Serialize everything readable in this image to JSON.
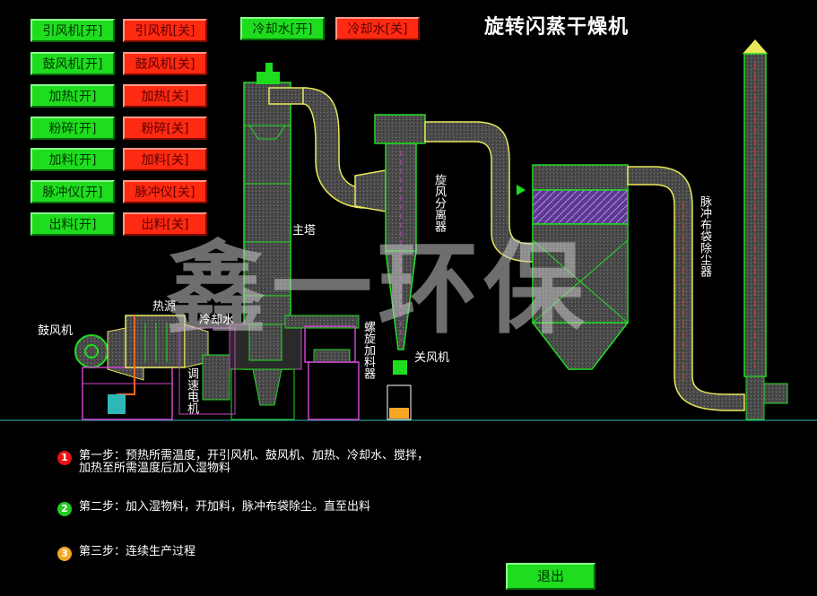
{
  "title": "旋转闪蒸干燥机",
  "controls": [
    {
      "on": "引风机[开]",
      "off": "引风机[关]"
    },
    {
      "on": "鼓风机[开]",
      "off": "鼓风机[关]"
    },
    {
      "on": "加热[开]",
      "off": "加热[关]"
    },
    {
      "on": "粉碎[开]",
      "off": "粉碎[关]"
    },
    {
      "on": "加料[开]",
      "off": "加料[关]"
    },
    {
      "on": "脉冲仪[开]",
      "off": "脉冲仪[关]"
    },
    {
      "on": "出料[开]",
      "off": "出料[关]"
    }
  ],
  "cooling": {
    "on": "冷却水[开]",
    "off": "冷却水[关]"
  },
  "labels": {
    "main_tower": "主塔",
    "blower": "鼓风机",
    "heat_source": "热源",
    "cooling_water": "冷却水",
    "speed_motor": "调速电机",
    "screw_feeder": "螺旋加料器",
    "cyclone": "旋风分离器",
    "rotary_valve": "关风机",
    "bag_filter": "脉冲布袋除尘器"
  },
  "watermark": "鑫一环保",
  "steps": [
    {
      "num": "1",
      "text": "第一步：预热所需温度，开引风机、鼓风机、加热、冷却水、搅拌，\n加热至所需温度后加入湿物料",
      "color": "#ee1111"
    },
    {
      "num": "2",
      "text": "第二步：加入湿物料，开加料，脉冲布袋除尘。直至出料",
      "color": "#22cc22"
    },
    {
      "num": "3",
      "text": "第三步：连续生产过程",
      "color": "#f5a623"
    }
  ],
  "exit_label": "退出",
  "colors": {
    "on": "#1fdc1f",
    "off": "#ff2a12",
    "pipe": "#e8e85a",
    "frame": "#cc44cc",
    "equipment": "#1fdc1f"
  }
}
